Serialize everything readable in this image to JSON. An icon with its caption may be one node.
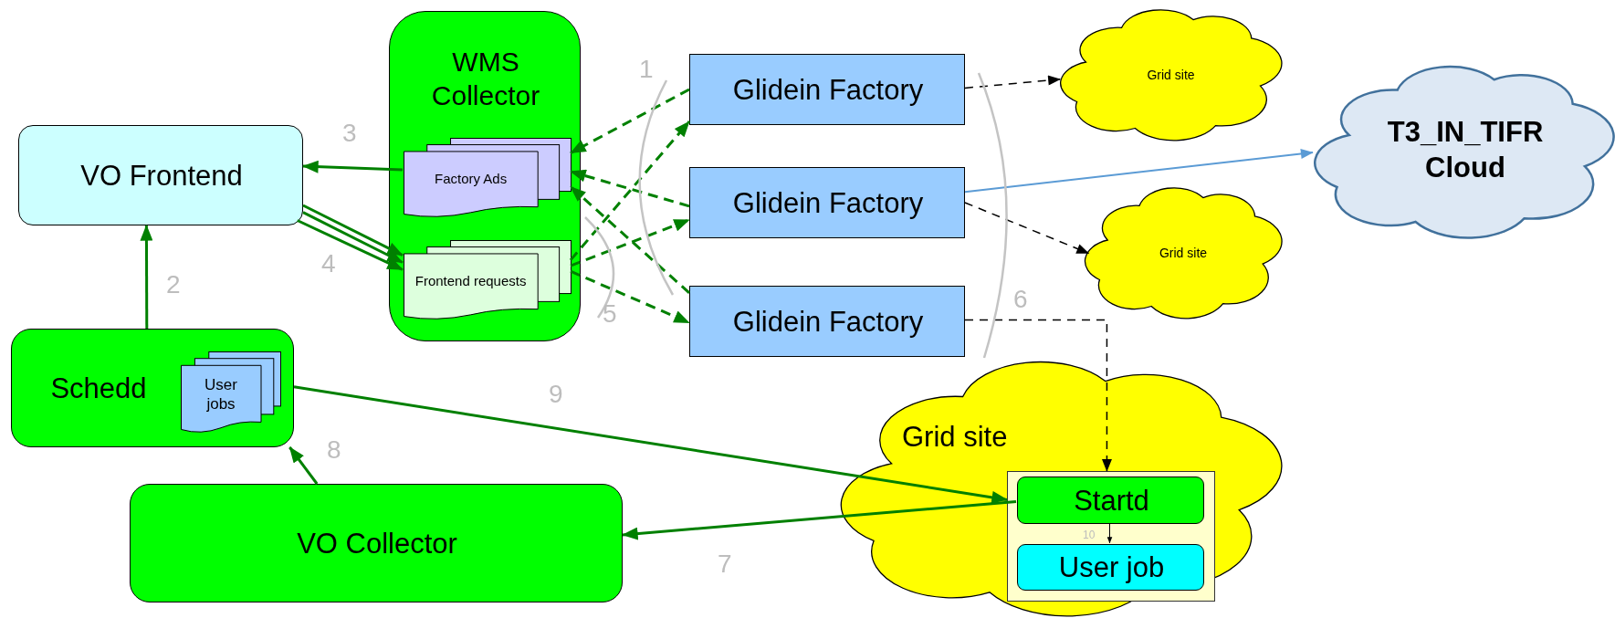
{
  "diagram": {
    "nodes": [
      {
        "text": [
          "WMS Collector"
        ]
      },
      {
        "text": [
          "Factory Ads"
        ],
        "in": 0
      },
      {
        "text": [
          "Frontend requests"
        ],
        "in": 0
      },
      {
        "text": [
          "VO Frontend"
        ]
      },
      {
        "text": [
          "Schedd"
        ]
      },
      {
        "text": [
          "User jobs"
        ],
        "in": 4
      },
      {
        "text": [
          "VO Collector"
        ]
      },
      {
        "text": [
          "Glidein Factory"
        ]
      },
      {
        "text": [
          "Glidein Factory"
        ]
      },
      {
        "text": [
          "Glidein Factory"
        ]
      },
      {
        "text": [
          "Grid site"
        ]
      },
      {
        "text": [
          "Grid site"
        ]
      },
      {
        "text": [
          "T3_IN_TIFR Cloud"
        ]
      },
      {
        "text": [
          "Grid site"
        ]
      },
      {
        "text": [],
        "shape": "box",
        "in": 13
      },
      {
        "text": [
          "Startd"
        ],
        "in": 14
      },
      {
        "text": [
          "User job"
        ],
        "in": 14
      }
    ],
    "edges": [
      {
        "from": 7,
        "to": 1,
        "arrow": "to",
        "style": "dashed"
      },
      {
        "from": 8,
        "to": 1,
        "arrow": "to",
        "style": "dashed"
      },
      {
        "from": 9,
        "to": 1,
        "arrow": "to",
        "style": "dashed"
      },
      {
        "from": 2,
        "to": 7,
        "arrow": "to",
        "style": "dashed"
      },
      {
        "from": 2,
        "to": 8,
        "arrow": "to",
        "style": "dashed"
      },
      {
        "from": 2,
        "to": 9,
        "arrow": "to",
        "style": "dashed"
      },
      {
        "from": 1,
        "to": 3,
        "arrow": "to"
      },
      {
        "from": 3,
        "to": 2,
        "arrow": "to"
      },
      {
        "from": 3,
        "to": 2,
        "arrow": "to"
      },
      {
        "from": 3,
        "to": 2,
        "arrow": "to"
      },
      {
        "from": 4,
        "to": 3,
        "arrow": "to"
      },
      {
        "from": 6,
        "to": 4,
        "arrow": "to"
      },
      {
        "from": 4,
        "to": 14,
        "arrow": "to"
      },
      {
        "from": 15,
        "to": 6,
        "arrow": "to"
      },
      {
        "from": 15,
        "to": 16,
        "arrow": "to",
        "color": "#000000"
      },
      {
        "from": 7,
        "to": 10,
        "arrow": "to",
        "style": "dashed",
        "color": "#000000"
      },
      {
        "from": 8,
        "to": 11,
        "arrow": "to",
        "style": "dashed",
        "color": "#000000"
      },
      {
        "from": 8,
        "to": 12,
        "arrow": "to",
        "color": "#5b9bd5"
      },
      {
        "from": 9,
        "to": 14,
        "arrow": "to",
        "style": "dashed",
        "color": "#000000"
      }
    ],
    "labels": [
      "1",
      "3",
      "4",
      "2",
      "5",
      "6",
      "9",
      "8",
      "10",
      "7"
    ]
  }
}
